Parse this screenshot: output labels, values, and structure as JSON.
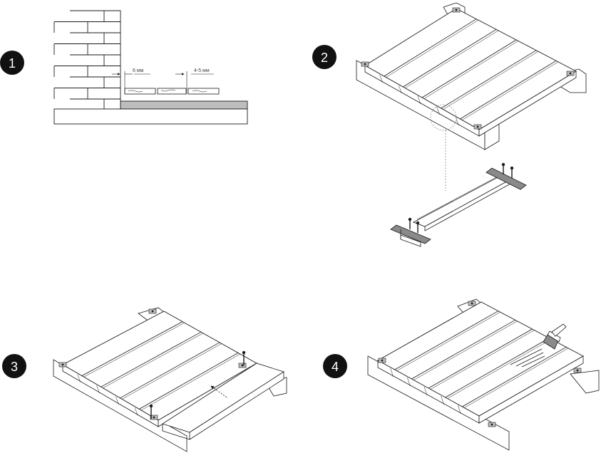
{
  "steps": [
    {
      "number": "1"
    },
    {
      "number": "2"
    },
    {
      "number": "3"
    },
    {
      "number": "4"
    }
  ],
  "dimensions": {
    "wall_gap": "6 мм",
    "board_gap": "4-5 мм"
  },
  "colors": {
    "line": "#1a1a1a",
    "badge": "#111111",
    "floor_layer": "#bdbdbd",
    "metal_strip": "#8a8a8a",
    "background": "#ffffff"
  }
}
